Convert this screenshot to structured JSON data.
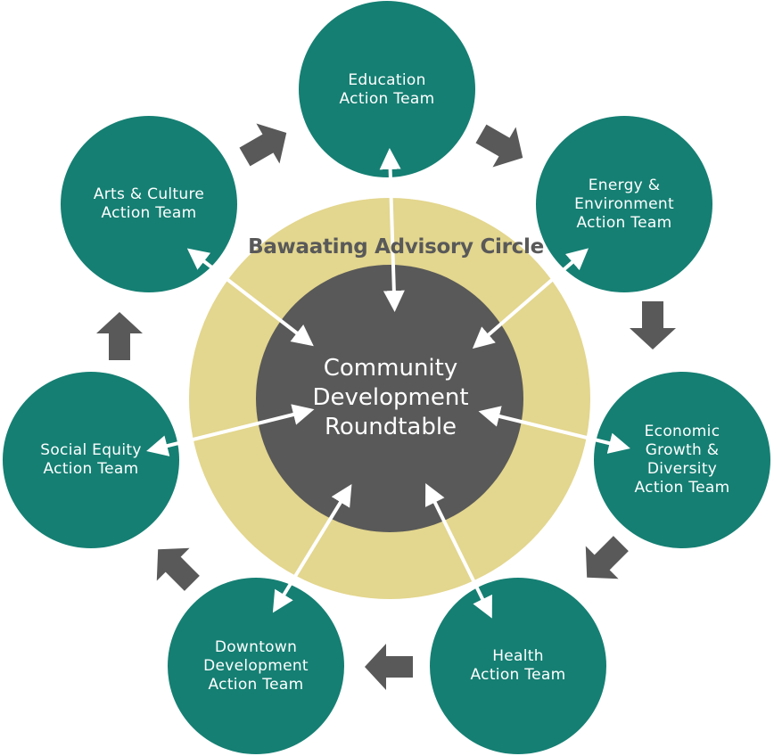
{
  "colors": {
    "team_fill": "#157f73",
    "ring_fill": "#e3d68e",
    "center_fill": "#595959",
    "flow_arrow": "#595959",
    "link_arrow": "#ffffff"
  },
  "ring": {
    "title": "Bawaating Advisory Circle"
  },
  "center": {
    "title": "Community\nDevelopment\nRoundtable"
  },
  "teams": {
    "education": "Education\nAction Team",
    "energy": "Energy &\nEnvironment\nAction Team",
    "economic": "Economic\nGrowth &\nDiversity\nAction Team",
    "health": "Health\nAction Team",
    "downtown": "Downtown\nDevelopment\nAction Team",
    "social": "Social Equity\nAction Team",
    "arts": "Arts & Culture\nAction Team"
  }
}
